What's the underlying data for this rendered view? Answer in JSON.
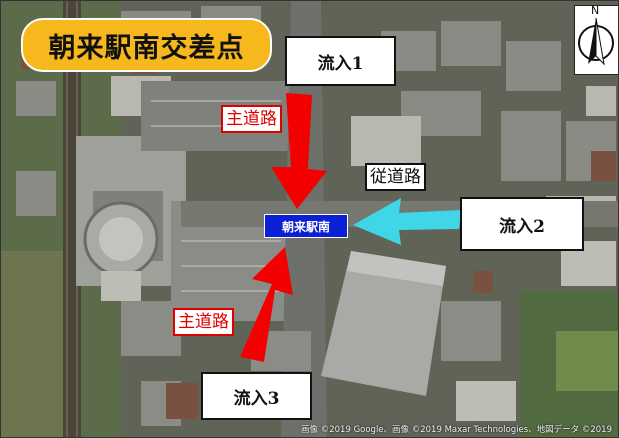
{
  "title": "朝来駅南交差点",
  "station_label": "朝来駅南",
  "compass": {
    "north_label": "N"
  },
  "roads": {
    "main_north": "主道路",
    "main_south": "主道路",
    "secondary": "従道路"
  },
  "inflows": {
    "inflow1": "流入1",
    "inflow2": "流入2",
    "inflow3": "流入3"
  },
  "colors": {
    "main_arrow": "#f40000",
    "secondary_arrow": "#3fd7e8",
    "title_background": "#f6b81c",
    "station_background": "#0b1fd6"
  },
  "credit": "画像 ©2019 Google、画像 ©2019 Maxar Technologies、地図データ ©2019"
}
